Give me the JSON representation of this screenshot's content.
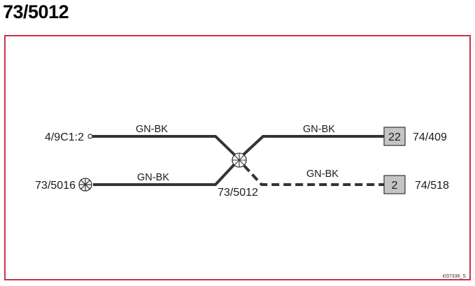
{
  "title": "73/5012",
  "connectors": {
    "left_top": "4/9C1:2",
    "left_bottom": "73/5016",
    "splice": "73/5012",
    "right_top_pin": "22",
    "right_top_label": "74/409",
    "right_bottom_pin": "2",
    "right_bottom_label": "74/518"
  },
  "wires": {
    "left_top": "GN-BK",
    "left_bottom": "GN-BK",
    "right_top": "GN-BK",
    "right_bottom": "GN-BK"
  },
  "image_code": "i037338_S",
  "colors": {
    "frame": "#c8324a",
    "wire": "#333333",
    "pin_box": "#c4c4c4"
  }
}
